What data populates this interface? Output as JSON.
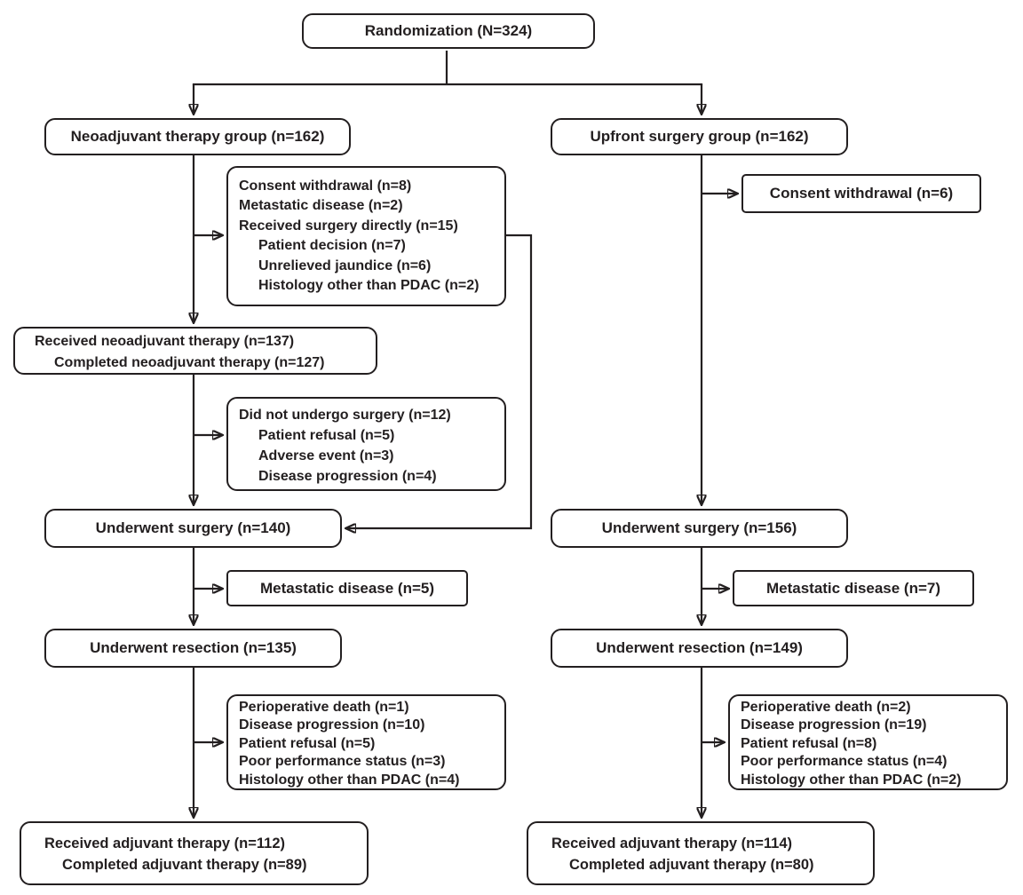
{
  "colors": {
    "ink": "#231f20",
    "background": "#ffffff"
  },
  "nodes": {
    "randomization": {
      "label": "Randomization (N=324)"
    },
    "neoadjuvant_group": {
      "label": "Neoadjuvant therapy group (n=162)"
    },
    "upfront_group": {
      "label": "Upfront surgery group (n=162)"
    },
    "neoadjuvant_exclusions": {
      "lines": [
        "Consent withdrawal (n=8)",
        "Metastatic disease (n=2)",
        "Received surgery directly (n=15)",
        "Patient decision (n=7)",
        "Unrelieved jaundice (n=6)",
        "Histology other than PDAC (n=2)"
      ]
    },
    "consent_withdrawal_right": {
      "label": "Consent withdrawal (n=6)"
    },
    "received_neoadjuvant": {
      "lines": [
        "Received neoadjuvant therapy (n=137)",
        "Completed neoadjuvant therapy (n=127)"
      ]
    },
    "did_not_undergo_surgery": {
      "lines": [
        "Did not undergo surgery (n=12)",
        "Patient refusal (n=5)",
        "Adverse event (n=3)",
        "Disease progression (n=4)"
      ]
    },
    "underwent_surgery_left": {
      "label": "Underwent surgery (n=140)"
    },
    "metastatic_left": {
      "label": "Metastatic disease (n=5)"
    },
    "underwent_resection_left": {
      "label": "Underwent resection (n=135)"
    },
    "resection_exclusions_left": {
      "lines": [
        "Perioperative death (n=1)",
        "Disease progression (n=10)",
        "Patient refusal (n=5)",
        "Poor performance status (n=3)",
        "Histology other than PDAC (n=4)"
      ]
    },
    "adjuvant_left": {
      "lines": [
        "Received adjuvant therapy (n=112)",
        "Completed adjuvant therapy (n=89)"
      ]
    },
    "underwent_surgery_right": {
      "label": "Underwent surgery (n=156)"
    },
    "metastatic_right": {
      "label": "Metastatic disease (n=7)"
    },
    "underwent_resection_right": {
      "label": "Underwent resection (n=149)"
    },
    "resection_exclusions_right": {
      "lines": [
        "Perioperative death (n=2)",
        "Disease progression (n=19)",
        "Patient refusal (n=8)",
        "Poor performance status (n=4)",
        "Histology other than PDAC (n=2)"
      ]
    },
    "adjuvant_right": {
      "lines": [
        "Received adjuvant therapy (n=114)",
        "Completed adjuvant therapy (n=80)"
      ]
    }
  }
}
